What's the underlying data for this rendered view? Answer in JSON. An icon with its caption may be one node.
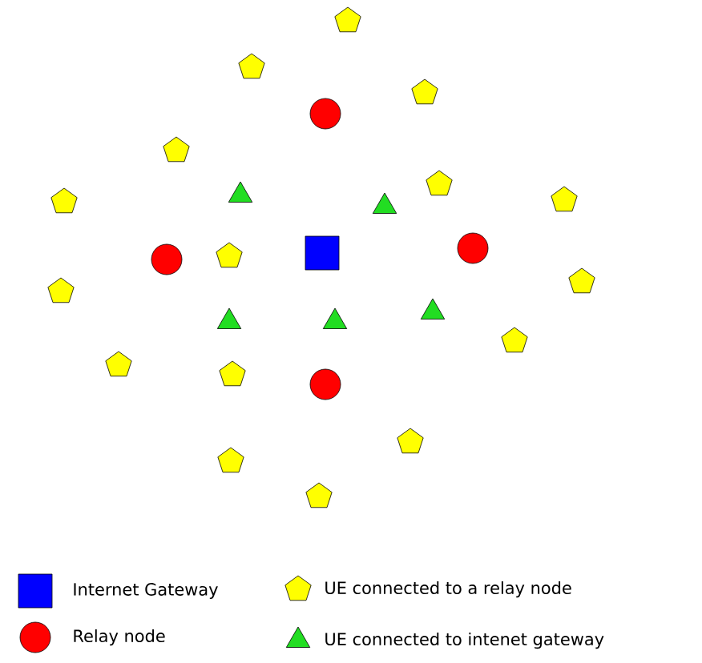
{
  "diagram": {
    "legend": [
      {
        "text": "Internet Gateway"
      },
      {
        "text": "UE connected to a relay node"
      },
      {
        "text": "Relay node"
      },
      {
        "text": "UE connected to intenet gateway"
      }
    ]
  }
}
